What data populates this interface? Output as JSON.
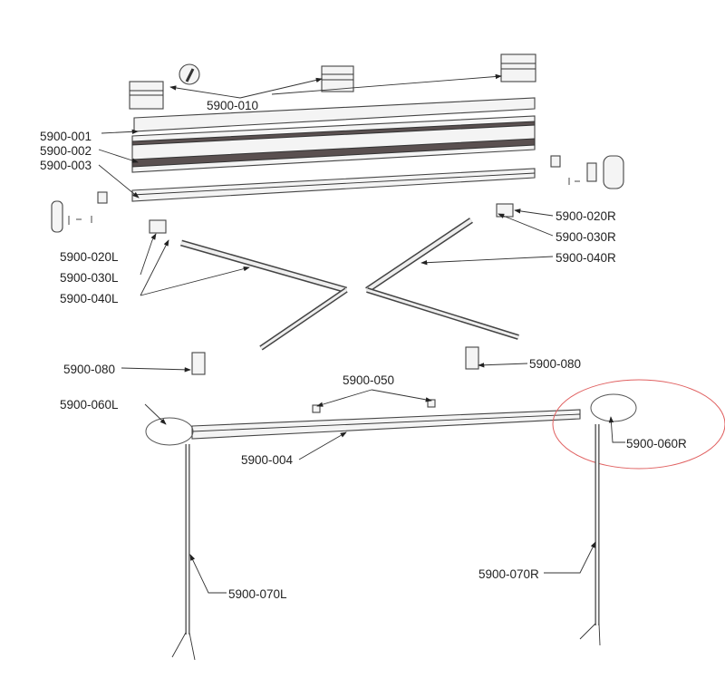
{
  "title": "Awning exploded parts diagram",
  "highlight_color": "#e06060",
  "labels": {
    "p010": "5900-010",
    "p001": "5900-001",
    "p002": "5900-002",
    "p003": "5900-003",
    "p020L": "5900-020L",
    "p030L": "5900-030L",
    "p040L": "5900-040L",
    "p020R": "5900-020R",
    "p030R": "5900-030R",
    "p040R": "5900-040R",
    "p080L": "5900-080",
    "p080R": "5900-080",
    "p050": "5900-050",
    "p060L": "5900-060L",
    "p060R": "5900-060R",
    "p004": "5900-004",
    "p070L": "5900-070L",
    "p070R": "5900-070R"
  }
}
